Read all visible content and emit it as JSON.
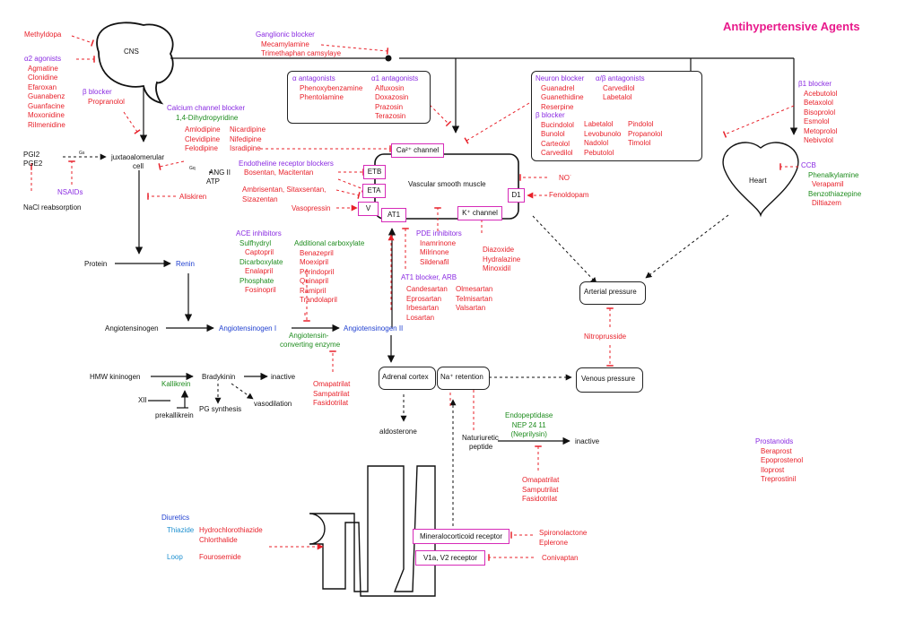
{
  "title": "Antihypertensive Agents",
  "labels": {
    "cns": "CNS",
    "heart": "Heart",
    "juxta1": "juxtaoalomerular",
    "juxta2": "cell",
    "pgi2": "PGI2",
    "pge2": "PGE2",
    "gs": "Gs",
    "gq": "Gq",
    "angii": "ANG II",
    "atp": "ATP",
    "nacl": "NaCl reabsorption",
    "protein": "Protein",
    "renin": "Renin",
    "angiotensinogen": "Angiotensinogen",
    "ang1": "Angiotensinogen I",
    "ang2": "Angiotensinogen II",
    "ace1": "Angiotensin-",
    "ace2": "converting enzyme",
    "hmw": "HMW kininogen",
    "bradykinin": "Bradykinin",
    "inactive1": "inactive",
    "kallikrein": "Kallikrein",
    "xii": "XII",
    "prekallikrein": "prekallikrein",
    "pgsynth": "PG synthesis",
    "vasodilation": "vasodilation",
    "adrenal": "Adrenal cortex",
    "naretention": "Na⁺ retention",
    "venous": "Venous pressure",
    "arterial": "Arterial pressure",
    "aldosterone": "aldosterone",
    "natri1": "Naturiuretic",
    "natri2": "peptide",
    "inactive2": "inactive",
    "vsm": "Vascular smooth muscle",
    "ca": "Ca²⁺ channel",
    "etb": "ETB",
    "eta": "ETA",
    "v": "V",
    "at1": "AT1",
    "kch": "K⁺ channel",
    "d1": "D1",
    "no": "NO˙",
    "mineralo": "Mineralocorticoid receptor",
    "v1v2": "V1a, V2 receptor"
  },
  "drugs": {
    "methyldopa": "Methyldopa",
    "a2_title": "α2 agonists",
    "a2_list": [
      "Agmatine",
      "Clonidine",
      "Efaroxan",
      "Guanabenz",
      "Guanfacine",
      "Moxonidine",
      "Rilmenidine"
    ],
    "bb_cns_title": "β blocker",
    "bb_cns_list": [
      "Propranolol"
    ],
    "ganglionic_title": "Ganglionic blocker",
    "ganglionic_list": [
      "Mecamylamine",
      "Trimethaphan camsylaye"
    ],
    "alpha_title": "α antagonists",
    "alpha_list": [
      "Phenoxybenzamine",
      "Phentolamine"
    ],
    "alpha1_title": "α1 antagonists",
    "alpha1_list": [
      "Alfuxosin",
      "Doxazosin",
      "Prazosin",
      "Terazosin"
    ],
    "neuron_title": "Neuron blocker",
    "neuron_list": [
      "Guanadrel",
      "Guanethidine",
      "Reserpine"
    ],
    "ab_title": "α/β antagonists",
    "ab_list": [
      "Carvedilol",
      "Labetalol"
    ],
    "bb_box_title": "β blocker",
    "bb_box_col1": [
      "Bucindolol",
      "Bunolol",
      "Carteolol",
      "Carvedilol"
    ],
    "bb_box_col2": [
      "Labetalol",
      "Levobunolo",
      "Nadolol",
      "Pebutolol"
    ],
    "bb_box_col3": [
      "Pindolol",
      "Propanolol",
      "Timolol"
    ],
    "b1_title": "β1 blocker",
    "b1_list": [
      "Acebutolol",
      "Betaxolol",
      "Bisoprolol",
      "Esmolol",
      "Metoprolol",
      "Nebivolol"
    ],
    "ccb_title": "Calcium channel blocker",
    "dhp_title": "1,4-Dihydropyridine",
    "ccb_col1": [
      "Amlodipine",
      "Clevidipine",
      "Felodipine"
    ],
    "ccb_col2": [
      "Nicardipine",
      "Nifedipine",
      "Isradipine"
    ],
    "nsaids": "NSAIDs",
    "aliskiren": "Aliskiren",
    "endo_title": "Endotheline receptor blockers",
    "endo_1": "Bosentan, Macitentan",
    "endo_2": [
      "Ambrisentan, Sitaxsentan,",
      "Sizazentan"
    ],
    "vasopressin": "Vasopressin",
    "ccb2_title": "CCB",
    "ccb2_a": "Phenalkylamine",
    "ccb2_b": "Verapamil",
    "ccb2_c": "Benzothiazepine",
    "ccb2_d": "Diltiazem",
    "ace_title": "ACE inhibitors",
    "sulf": "Sulfhydryl",
    "sulf_list": [
      "Captopril"
    ],
    "dicarb": "Dicarboxylate",
    "dicarb_list": [
      "Enalapril"
    ],
    "phosph": "Phosphate",
    "phosph_list": [
      "Fosinopril"
    ],
    "addcarb": "Additional carboxylate",
    "addcarb_list": [
      "Benazepril",
      "Moexipril",
      "Perindopril",
      "Quinapril",
      "Ramipril",
      "Trandolapril"
    ],
    "pde_title": "PDE inhibitors",
    "pde_list": [
      "Inamrinone",
      "Milrinone",
      "Sildenafil"
    ],
    "kopen_list": [
      "Diazoxide",
      "Hydralazine",
      "Minoxidil"
    ],
    "at1b_title": "AT1 blocker, ARB",
    "at1b_col1": [
      "Candesartan",
      "Eprosartan",
      "Irbesartan",
      "Losartan"
    ],
    "at1b_col2": [
      "Olmesartan",
      "Telmisartan",
      "Valsartan"
    ],
    "fenoldopam": "Fenoldopam",
    "nitroprusside": "Nitroprusside",
    "vaso_list": [
      "Omapatrilat",
      "Sampatrilat",
      "Fasidotrilat"
    ],
    "nep_title": [
      "Endopeptidase",
      "NEP 24 11",
      "(Neprilysin)"
    ],
    "nep_list": [
      "Omapatrilat",
      "Samputrilat",
      "Fasidotrilat"
    ],
    "prost_title": "Prostanoids",
    "prost_list": [
      "Beraprost",
      "Epoprostenol",
      "Iloprost",
      "Treprostinil"
    ],
    "diuretics": "Diuretics",
    "thiazide": "Thiazide",
    "thiazide_list": [
      "Hydrochlorothiazide",
      "Chlorthalide"
    ],
    "loop": "Loop",
    "loop_list": [
      "Fourosemide"
    ],
    "spiro_list": [
      "Spironolactone",
      "Eplerone"
    ],
    "conivaptan": "Conivaptan"
  },
  "colors": {
    "drug": "#e8212a",
    "class": "#8a2be2",
    "subclass": "#1e8c1e",
    "substance": "#1f3fd0",
    "receptor_border": "#d62bb8",
    "title": "#e8198b"
  }
}
